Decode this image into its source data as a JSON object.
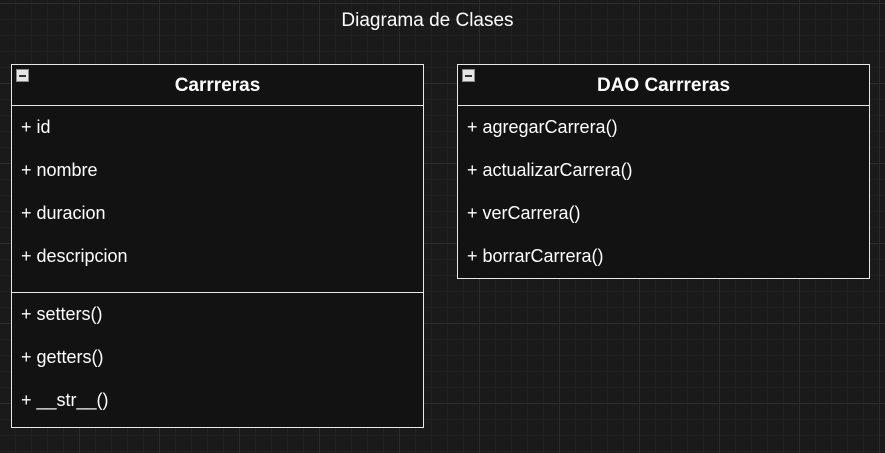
{
  "diagram": {
    "title": "Diagrama de Clases"
  },
  "classes": {
    "carrreras": {
      "name": "Carrreras",
      "attributes": [
        "+ id",
        "+ nombre",
        "+ duracion",
        "+ descripcion"
      ],
      "methods": [
        "+ setters()",
        "+ getters()",
        "+ __str__()"
      ]
    },
    "dao_carrreras": {
      "name": "DAO Carrreras",
      "methods": [
        "+ agregarCarrera()",
        "+ actualizarCarrera()",
        "+ verCarrera()",
        "+ borrarCarrera()"
      ]
    }
  },
  "colors": {
    "background": "#1a1a1a",
    "stroke": "#e8e8e8",
    "text": "#ffffff"
  },
  "icons": [
    "collapse-icon"
  ]
}
